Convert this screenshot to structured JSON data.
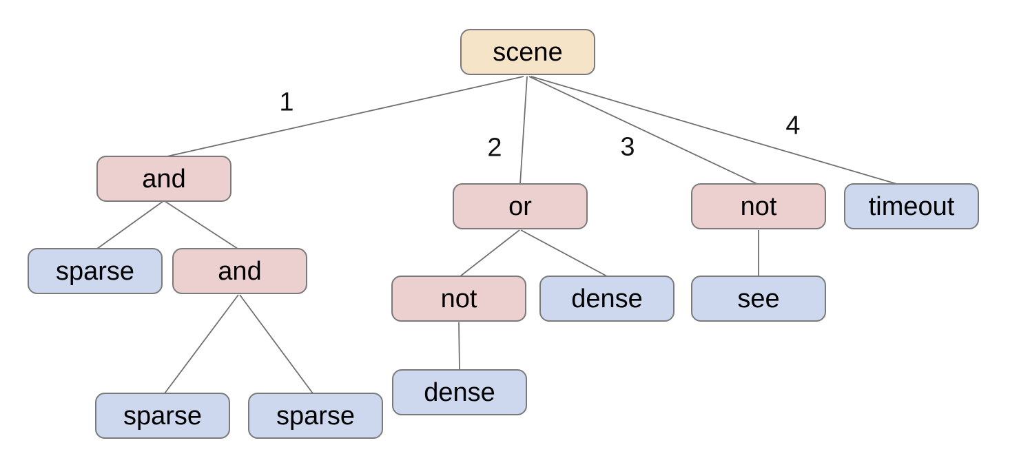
{
  "diagram": {
    "type": "tree",
    "background": "#ffffff",
    "colors": {
      "root_fill": "#f6e4c8",
      "operator_fill": "#ecd0cf",
      "leaf_fill": "#cdd8ef",
      "node_border": "#7a7a7a",
      "edge_stroke": "#707070",
      "text": "#000000"
    },
    "nodes": [
      {
        "id": "scene",
        "label": "scene",
        "role": "root"
      },
      {
        "id": "and-1",
        "label": "and",
        "role": "operator"
      },
      {
        "id": "or-1",
        "label": "or",
        "role": "operator"
      },
      {
        "id": "not-1",
        "label": "not",
        "role": "operator"
      },
      {
        "id": "timeout",
        "label": "timeout",
        "role": "leaf"
      },
      {
        "id": "sparse-1",
        "label": "sparse",
        "role": "leaf"
      },
      {
        "id": "and-2",
        "label": "and",
        "role": "operator"
      },
      {
        "id": "not-2",
        "label": "not",
        "role": "operator"
      },
      {
        "id": "dense-1",
        "label": "dense",
        "role": "leaf"
      },
      {
        "id": "see",
        "label": "see",
        "role": "leaf"
      },
      {
        "id": "sparse-2",
        "label": "sparse",
        "role": "leaf"
      },
      {
        "id": "sparse-3",
        "label": "sparse",
        "role": "leaf"
      },
      {
        "id": "dense-2",
        "label": "dense",
        "role": "leaf"
      }
    ],
    "edge_labels": [
      {
        "text": "1"
      },
      {
        "text": "2"
      },
      {
        "text": "3"
      },
      {
        "text": "4"
      }
    ],
    "edges": [
      {
        "from": "scene",
        "to": "and-1",
        "label": "1"
      },
      {
        "from": "scene",
        "to": "or-1",
        "label": "2"
      },
      {
        "from": "scene",
        "to": "not-1",
        "label": "3"
      },
      {
        "from": "scene",
        "to": "timeout",
        "label": "4"
      },
      {
        "from": "and-1",
        "to": "sparse-1",
        "label": ""
      },
      {
        "from": "and-1",
        "to": "and-2",
        "label": ""
      },
      {
        "from": "and-2",
        "to": "sparse-2",
        "label": ""
      },
      {
        "from": "and-2",
        "to": "sparse-3",
        "label": ""
      },
      {
        "from": "or-1",
        "to": "not-2",
        "label": ""
      },
      {
        "from": "or-1",
        "to": "dense-1",
        "label": ""
      },
      {
        "from": "not-2",
        "to": "dense-2",
        "label": ""
      },
      {
        "from": "not-1",
        "to": "see",
        "label": ""
      }
    ]
  }
}
